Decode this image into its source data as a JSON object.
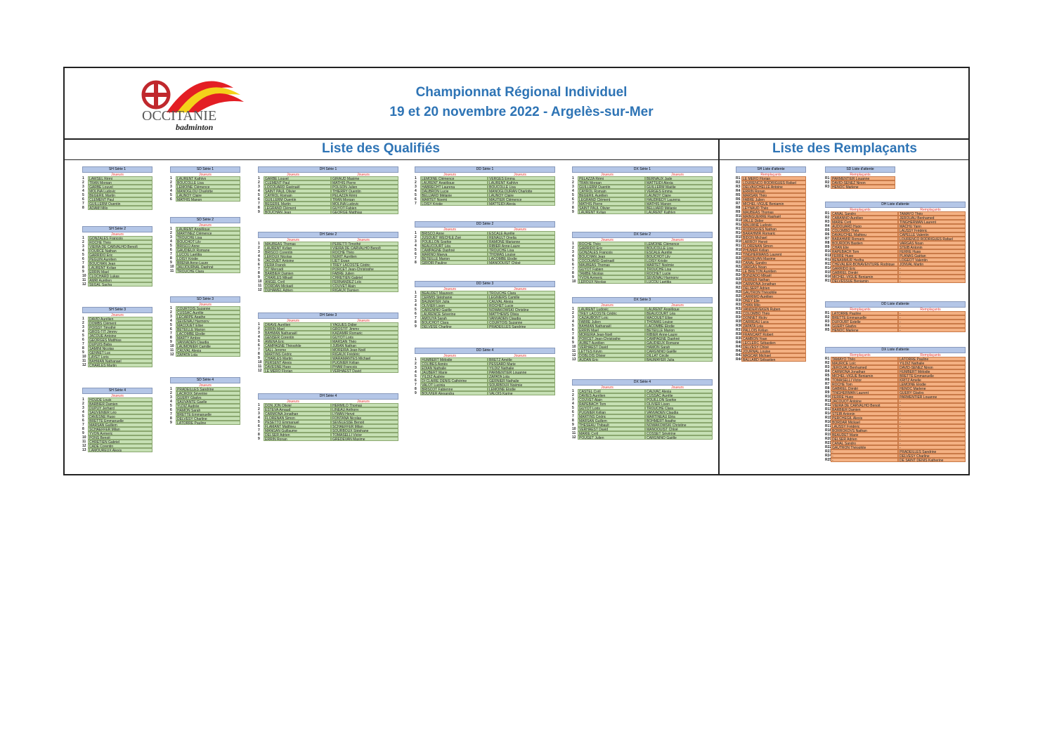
{
  "header": {
    "title_line1": "Championnat Régional Individuel",
    "title_line2": "19 et 20 novembre 2022 - Argelès-sur-Mer",
    "logo_text": "OCCITANIE",
    "logo_sub": "badminton"
  },
  "sections": {
    "qualified": "Liste des Qualifiés",
    "substitutes": "Liste des Remplaçants"
  },
  "sub_header": "Joueurs",
  "tables": [
    {
      "title": "SH Série 1",
      "rows": [
        "LAWSEL Rémi",
        "TRAN Morgan",
        "GARBE Louvel",
        "MOLINA Ludovic",
        "BEGERIL Martin",
        "CLEMENT Paul",
        "GUILLERM Quentin",
        "ADAMI Milo"
      ]
    },
    {
      "title": "SH Série 2",
      "rows": [
        "GONZALES François",
        "ROCHE Théo",
        "VIEIRA DE CARVALHO Benoît",
        "FOURCE Nathan",
        "GARRIDO Eric",
        "PEGUIN Aurélien",
        "BOUCHAN Jean",
        "LAURENT Kylian",
        "ERRIN Mael",
        "CLOCHARD Lukas",
        "AMRI Aurélien",
        "SEGAL Sacha"
      ]
    },
    {
      "title": "SH Série 3",
      "rows": [
        "DAVID Aurélien",
        "DOMBS Clément",
        "POISSY Timothé",
        "GROS-TIT Jimmy",
        "JACQUE Antoine",
        "GEORGES Matthias",
        "DUPUIS Baba",
        "SAMINI Nicolas",
        "GENNET Luc",
        "LAYET Loris",
        "BAHMAN Nathanael",
        "CHARLES Martin"
      ]
    },
    {
      "title": "SH Série 4",
      "rows": [
        "HOUDE Louis",
        "BARBIER Damien",
        "DUPUY Jerhard",
        "SAUVENIER Léo",
        "DAVESNE Hugo",
        "BRETTE Emmanuelle",
        "MARSAN Guillem",
        "SCHAEFFER Milan",
        "YVON Aymeric",
        "PONS Benoit",
        "CHRETIEN Gabriel",
        "CADE Corentin",
        "LAMOUREUX Alexis"
      ]
    },
    {
      "title": "SD Série 1",
      "rows": [
        "LAURENT Kathlyn",
        "BOUCOLLE Lisa",
        "LEMOINE Clémence",
        "MANOGLOU Charlotte",
        "LAUNOY Claire",
        "MATHIS Manon"
      ]
    },
    {
      "title": "SD Série 2",
      "rows": [
        "LAURENT Angélique",
        "MARTINEZ Clémence",
        "TROUCHE Lisa",
        "BOUCHOT Lily",
        "BRISCO Anne",
        "GAUDIEUX Romane",
        "LUCOU Laetitia",
        "LOISY Kristie",
        "BRENA Anne-Laure",
        "JAUJOURNAL Daphné",
        "TROUCHE Clara"
      ]
    },
    {
      "title": "SD Série 3",
      "rows": [
        "COURTOIS Suzanne",
        "CUSSAC Aurélie",
        "LECARPE Agathe",
        "SEVENAU Harmony",
        "MACQUET Elise",
        "BETEILLE Marion",
        "LACOMBE Elodie",
        "MARTY Ambre",
        "VANVADEN Claudia",
        "LAUMONIER Camille",
        "CAUVAL Alexia",
        "ZAPATA Lola"
      ]
    },
    {
      "title": "SD Série 4",
      "rows": [
        "PRADEILLES Sandrine",
        "LACROIX Séverine",
        "GUERY Gladys",
        "SAUVANTE Gaelle",
        "YLDIZ Audrée",
        "HAMON Sarah",
        "BRETTE Emmanuelle",
        "DELVESY Charline",
        "LATORRE Pauline"
      ]
    },
    {
      "title": "DH Série 1",
      "rows": [
        "GARBE Louvel / GIRAUD Maxime",
        "CLEMENT Paul / MATHIS Pierre",
        "LOCQUARD Gwénaël / POLSON Julien",
        "SAINT PAUL Olivier / THIERRY Quentin",
        "CAYROL Romain / PELAZZA Rémi",
        "GUILLERM Quentin / TRAN Morgan",
        "BEGERIL Martin / MOLINA Ludovic",
        "LEGRAND Clément / GUYOT Fabien",
        "BOUCHAN Jean / GEORGE Matthias"
      ]
    },
    {
      "title": "DH Série 2",
      "rows": [
        "MAUBEAS Thomas / PERETTI Timothé",
        "LAURENT Kylian / VIEIRA DE CARVALHO Benoît",
        "BRISCO Corentin / ROCHE Théo",
        "LEROUX Nicolas / NURIT Aurélien",
        "JACQUET Antoine / LIET Ewan",
        "FERA Franck / TREY LACOSTE Cédric",
        "GT Mercadi / PORCET Jean-Christophe",
        "BARBIER Damien / FABRE Julien",
        "CHARLES Mikaël / CHRETIEN Gabriel",
        "ANGEL Cyril / FERNANDEZ Loïc",
        "DORDAN Mickaël / COUVET Alain",
        "DUHAMEL Adrien / RIGAUX Damien"
      ]
    },
    {
      "title": "DH Série 3",
      "rows": [
        "DRAVE Aurélien / YAGUES Didier",
        "ERRIN Mael / GROSTIT Jimmy",
        "BAHMAN Nathanaël / KADAMIR Romaric",
        "GENSER Corentin / GUYOT Loris",
        "AMENA Eric / MARSAN Théo",
        "CAMPAGNE Théophile / JUBAN Nathan",
        "SALL Jerome / MOREIRA Jean-Noël",
        "MARTINS Cédric / RIGAUX Frédéric",
        "CHARLES Martin / WARAMANTES Michael",
        "PERSENT Alexis / PUGNIER Kélian",
        "DAVESNE Hugo / PHAM François",
        "LE MERO Florian / VERHAEST David"
      ]
    },
    {
      "title": "DH Série 4",
      "rows": [
        "DON JON Olivier / HERMILO Thomas",
        "ESTEVA Arnaud / LINEAU Anthony",
        "CARMONA Jonathan / LYMAN Hervé",
        "FLORENAN Simon / FONTANA Nicolas",
        "PESETTO Emmanuel / SEVELESSE Benoit",
        "FLAMANT Matthieu / SCHAEFFER Milan",
        "MANGAN Guillaume / SOURBOUX Stéphane",
        "DELSER Adrien / TOMASELLI Victor",
        "ERRIN Ronan / GREDEVAN Maxime"
      ]
    },
    {
      "title": "DD Série 1",
      "rows": [
        "LEMOINE Clémence / VERGES Emma",
        "LAURENT Angélique / LAURENT Kathlyn",
        "HABRECHT Laurena / BOUCOLLE Lisa",
        "DAUBRON Lucie / MANOGLOURAN Charlotte",
        "BELLIARD Mélanie / LAUNOY Claire",
        "MARTET Noemi / MAUTIER Clémence",
        "LOISY Kristie / MATTEIDI Alexia"
      ]
    },
    {
      "title": "DD Série 2",
      "rows": [
        "BRISCO Anne / ESCALE Aurélie",
        "JUSQUET WECHLE Zoé / RENAULT Onelia",
        "POUILLON Sophie / RAMONE Marianne",
        "BEAUCOURT Léa / RIBIER Anne-Laure",
        "CAMPAGNE Daphné / TROUCHE Lisa",
        "MARINO Maeva / THOMAS Louise",
        "BETEILLE Marion / LACOMBE Elodie",
        "GIROIR Pauline / MANOQUIST Chloé"
      ]
    },
    {
      "title": "DD Série 3",
      "rows": [
        "BEAUDET Maureen / TROUCHE Clara",
        "CERMIS Stéphanie / LEGNIERS Camille",
        "BAUMAYER Julia / CAUVAL Alexia",
        "OLIVIER Lison / ROCHET Lucie",
        "CARGNINO Gaëlle / NOWAKOWSKI Christine",
        "LAURENCE Séverine / MATTHEWS Olivia",
        "AMOUYA Sarah / VANVADEN Claudia",
        "BOUCHOT Clara / COURTOIS Suzanne",
        "DELVESE Charline / PRADEILLES Sandrine"
      ]
    },
    {
      "title": "DD Série 4",
      "rows": [
        "HUMBERT Mélodie / BRETZ Amélie",
        "COLIBES Agnès / PESSARD Marie",
        "EDIAN Nathalie / YILDIZ Nathalie",
        "JAUBERT Marie / PARMENTIER Louanne",
        "YILDIZ Audrée / ZAPATA Lola",
        "DI CLAIRE DENIS Cathérine / GERNIER Nathalie",
        "VALOT Lucinia / SOURBOUX Noémie",
        "BRISCOT Fabienne / LEMOINE Elodie",
        "BOUVIER Alexandra / VALOIS Karine"
      ]
    },
    {
      "title": "DX Série 1",
      "rows": [
        "PELAZZA Rémi / BERNAUX Jade",
        "TRAN Morgan / MATTEIDI Alexia",
        "GUILLERM Quentin / GUILLERM Maëlie",
        "CAYROL Romain / VERGES Emma",
        "BEGERIL Aurélien / LAUNOY Claire",
        "LEGRAND Clément / HAUDREDY Laurena",
        "MATHIS Pierre / MATHIS Manon",
        "SAINT PAUL Olivier / BELLIARD Mélanie",
        "LAURENT Kylian / LAURENT Kathlyn"
      ]
    },
    {
      "title": "DX Série 2",
      "rows": [
        "ROCHE Théo / LEMOINE Clémence",
        "GARRIDO Eric / BOUCOLLE Lisa",
        "GONZALES François / ESCALE Aurélie",
        "BOUCHAN Jean / BOUCHOT Lily",
        "COCQUARD Gwénaël / LOISY Kristie",
        "MAUBEAS Thomas / MARTET Noémie",
        "GUYOT Fabien / TROUCHE Lisa",
        "TAMBE Nicolas / ROCHET Lucie",
        "YVON Aymeric / SEVENAU Harmony",
        "LEROUX Nicolas / LUCOU Laetitia"
      ]
    },
    {
      "title": "DX Série 3",
      "rows": [
        "LAURENT Ludovic / LAURENT Angélique",
        "TREY LACOSTE Cédric / BEAUCOURT Léa",
        "CAZAUBONT Loïc / MACQUET Elise",
        "FABRE Julien / THOMAS Louise",
        "BAHMAN Nathanaël / LACOMBE Elodie",
        "ERRIN Mael / BETEILLE Marion",
        "MOREIRA Jean-Noël / RIBIER Anne-Laure",
        "PORCET Jean-Christophe / CAMPAGNE Daphné",
        "AUBET Aurélien / GAUDIEUX Romane",
        "VERHAEST David / HAMON Sarah",
        "LETTES Kévin / CARGNINO Gaëlle",
        "DOBLOIS Olivier / DILLAT Cécile",
        "AUDAN Eric / BAUMAYER Julia"
      ]
    },
    {
      "title": "DX Série 4",
      "rows": [
        "CASTEL Cyril / CAUVAC Alexia",
        "DAVIES Aurélien / CUSSAC Aurélie",
        "COUVET Alain / POUILLON Sophie",
        "RAPEBACH Tom / OLIVIER Lison",
        "GUYOT Loris / TROUCHE Clara",
        "PUGNIER Kélian / VANVADEN Claudia",
        "MARTINS Cédric / MARTINEAU Eléa",
        "MARSAN Guillem / BOHMERT Agathe",
        "THESEAU Thibault / NOWAKOWSKI Christine",
        "VERHAEST David / MANOQUIST Chloé",
        "MARIE Cyril / COSSET Sévérine",
        "POUGET Julien / CARGNINO Gaëlle"
      ]
    }
  ],
  "waiting": [
    {
      "title": "SH Liste d'attente",
      "rows": [
        "LE MERO Florian",
        "LOURENCO RODRIGUES Rafael",
        "DELVAUCHELLE Antoine",
        "ERRIN Ronan",
        "MARSAN Théo",
        "FABRE Julien",
        "MICHEL-VIGUE Benjamin",
        "LEYNAUD Théo",
        "MAUBEAS Thomas",
        "MAINGUERRE Raphaël",
        "VALLE Didier",
        "MALVANE Ludovic",
        "RODRIGUES Nathan",
        "BARAHMIR Romaric",
        "BIDON Michael",
        "LARROY Hervé",
        "FLORENAN Simon",
        "PHUMER Kélian",
        "TINGHERMANS Laurent",
        "GREDEVAN Maxime",
        "CANAL Sandro",
        "VARGAS Noan",
        "LE BRETON Aurélien",
        "BONZADO Mikaël",
        "FERRER Nathan",
        "CARMONA Jonathan",
        "DELSERT Adrien",
        "GAUTRON Théophile",
        "CARRIMO Aurélien",
        "ONEY Élie",
        "CHAN Milo",
        "VANDERVEKEN Ruben",
        "COLOMBO Théo",
        "DONNET Ricky",
        "CARREAU Luca",
        "ZAPATA Lola",
        "PALLOIS Kélian",
        "FRANCART Robert",
        "CAMBON Yoan",
        "LECLERC Sébastien",
        "DELVESY Chloé",
        "JOURNAL Louise",
        "MASCAR Michael",
        "BALLARD Sébastien"
      ]
    },
    {
      "title": "SD Liste d'attente",
      "rows": [
        "PARMENTIER Louanne",
        "DAVID-SENEZ Ninon",
        "HENOC Marlene"
      ]
    },
    {
      "title": "DH Liste d'attente",
      "rows": [
        "CANAL Sandro / TAMAYO Théo",
        "CABANNO Aurélien / JEROUAU Benhamed",
        "MARIE Cyril / TINGHERMAN Laurent",
        "AUDOUARD Hugo / MACHU Yann",
        "COLOMBO Théo / LAUSSY Frédéric",
        "DAVAUCHEL Mathieu / CAPELLE Valentin",
        "BARAHMIR Romaric / LOURENCO RODRIGUES Rafael",
        "BOURDON Bastien / VARGAS Noan",
        "CHAN Elie / STEIB Antonin",
        "RAPEBACH Tom / FERRE Hugo",
        "FERRE Hugo / PLANAS Gaëtan",
        "BENAMMUR Hedha / LOGEOT Valentin",
        "CHEVALIER-BONAVENTURE Rodrigue / JONVAL Martin",
        "GARRIDO Eric / -",
        "GABRIEL Dimitri / -",
        "MICHEL-VIGUE Benjamin / -",
        "DELVESSUE Benjamin / -"
      ]
    },
    {
      "title": "DD Liste d'attente",
      "rows": [
        "LATORRE Pauline / -",
        "BRETTE Emmanuelle / -",
        "DUFOURT Estelle / -",
        "GUERY Gladys / -",
        "HENOC Marlene / -"
      ]
    },
    {
      "title": "DX Liste d'attente",
      "rows": [
        "TAMAYO Théo / LATORRE Pauline",
        "MAURICE Loïc / YILDIZ Nathalie",
        "JEROUAU Benhamed / DAVID-SENEZ Ninon",
        "CARMONA Jonathan / HUMBERT Mélodie",
        "MICHEL-VIGUE Benjamin / BRETTE Emmanuelle",
        "TOMASELLI Victor / KRITZ Amelie",
        "ROCHE Tom / LEMOINE Elodie",
        "GABRIEL Dimitri / HENOC Marlene",
        "TINGHERMAN Laurent / GUERY Gladys",
        "FERRE Hugo / PARMENTIER Louanne",
        "JACQUOT Antoine / -",
        "VIEIRA DE CARVALHO Benoit / -",
        "BARBIER Damien / -",
        "STEIB Antonin / -",
        "PERCHEGIL Alexis / -",
        "BORDAR Mickael / -",
        "LAUSSY Frédéric / -",
        "BORROKOVS Nathan / -",
        "BEAUDET Marie / -",
        "DELSER Adrien / -",
        "CANAL Sandro / -",
        "GAUTRON Théophile / -",
        "- / PRADEILLES Sandrine",
        "- / DELVESY Charline",
        "- / DE SAINT DENIS Katherine"
      ]
    }
  ],
  "replacants_label": "Remplaçants"
}
